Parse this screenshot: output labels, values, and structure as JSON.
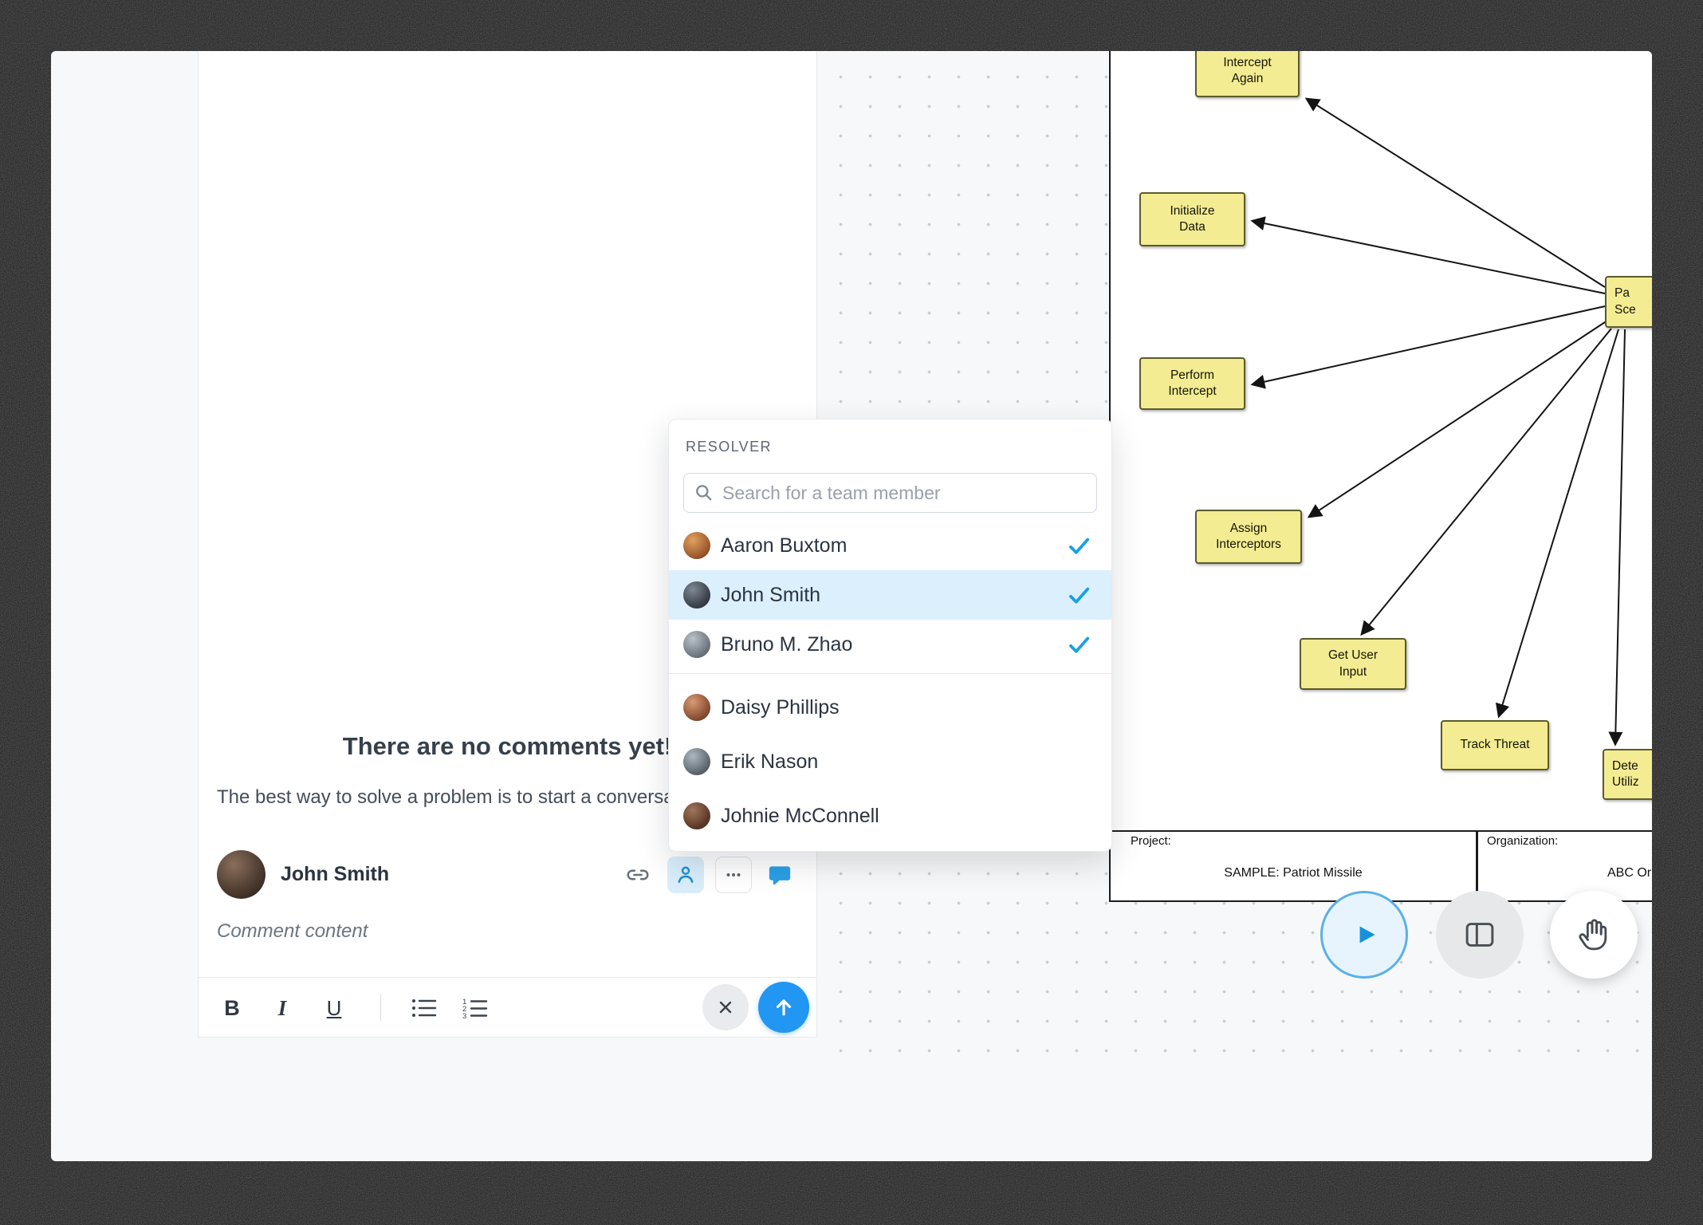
{
  "colors": {
    "accent_blue": "#2196f3",
    "check_blue": "#18a0e6",
    "selected_row": "#dbeffc",
    "node_fill": "#f3ec92",
    "node_border": "#5b5b2a"
  },
  "comments": {
    "empty_title": "There are no comments yet!",
    "empty_subtitle": "The best way to solve a problem is to start a conversation",
    "composer": {
      "author": "John Smith",
      "placeholder": "Comment content"
    },
    "toolbar": {
      "bold": "B",
      "italic": "I",
      "underline": "U"
    }
  },
  "resolver": {
    "title": "RESOLVER",
    "search_placeholder": "Search for a team member",
    "members": [
      {
        "name": "Aaron Buxtom",
        "resolved": true,
        "highlighted": false
      },
      {
        "name": "John Smith",
        "resolved": true,
        "highlighted": true
      },
      {
        "name": "Bruno M. Zhao",
        "resolved": true,
        "highlighted": false
      },
      {
        "name": "Daisy Phillips",
        "resolved": false,
        "highlighted": false
      },
      {
        "name": "Erik Nason",
        "resolved": false,
        "highlighted": false
      },
      {
        "name": "Johnie McConnell",
        "resolved": false,
        "highlighted": false
      }
    ]
  },
  "diagram": {
    "nodes": [
      {
        "label": "Intercept\nAgain"
      },
      {
        "label": "Initialize\nData"
      },
      {
        "label": "Perform\nIntercept"
      },
      {
        "label": "Assign\nInterceptors"
      },
      {
        "label": "Get User\nInput"
      },
      {
        "label": "Track Threat"
      },
      {
        "label": "Pa\nSce"
      },
      {
        "label": "Dete\nUtiliz"
      }
    ],
    "footer": {
      "project_label": "Project:",
      "project_value": "SAMPLE: Patriot Missile",
      "organization_label": "Organization:",
      "organization_value": "ABC Or"
    }
  }
}
